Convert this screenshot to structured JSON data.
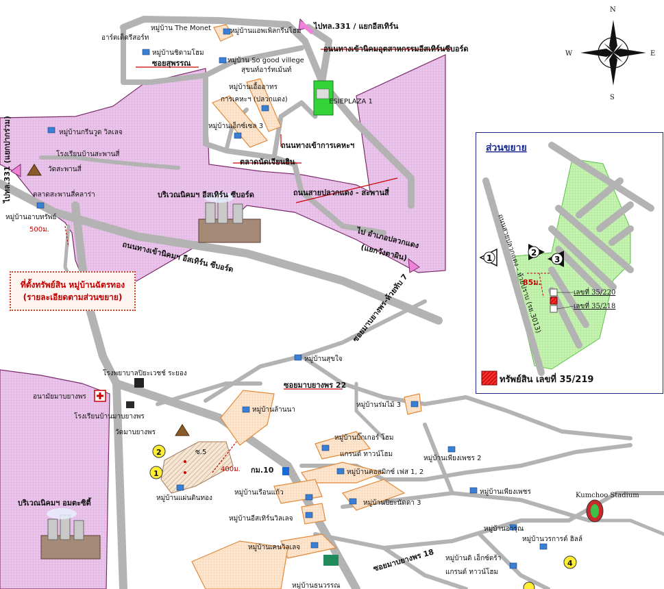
{
  "compass": {
    "n": "N",
    "s": "S",
    "e": "E",
    "w": "W"
  },
  "labels": {
    "to_331_top": "ไปทล.331 / แยกอีสเทิร์น",
    "industrial_entrance": "อนนทางเข้านิคมอุตสาหกรรมอีสเทิร์นซีบอร์ด",
    "village_monet": "หมู่บ้าน The Monet",
    "village_apple_green": "หมู่บ้านแอพเพิลกรีนโฮม",
    "art_resort": "อาร์ตเต็ดรีสอร์ท",
    "village_chidam": "หมู่บ้านชิดามโฮม",
    "soi_suphan": "ซอยสุพรรณ",
    "village_so_good": "หมู่บ้าน So good villege",
    "smart_park": "สุขนท์อาร์ทเม้นท์",
    "esie_plaza": "ESIEPLAZA 1",
    "village_eua_athorn": "หมู่บ้านเอื้ออาทร",
    "eua_athorn_sub": "การเคหะฯ (ปลวกแดง)",
    "village_eksin": "หมู่บ้านเอ็กซ์เซล 3",
    "road_kehad": "ถนนทางเข้าการเคหะฯ",
    "market_sue": "ตลาดนัดเจียนฮิน",
    "village_green_wood": "หมู่บ้านกรีนวูด วิลเลจ",
    "school_sapan": "โรงเรียนบ้านสะพานสี่",
    "temple_sapan": "วัดสะพานสี่",
    "market_sapan": "ตลาดสะพานสี่คลาร่า",
    "to_331_left": "ไปทล.331 (แยกปากร่วม)",
    "village_boonsap": "หมู่บ้านอาบทรัพย์",
    "dist_500": "500ม.",
    "estate_eastern": "บริเวณนิคมฯ อีสเทิร์น ซีบอร์ด",
    "road_pluak_sapan": "ถนนสายปลวกแดง - สะพานสี่",
    "road_estate_entrance": "ถนนทางเข้านิคมฯ อีสเทิร์น ซีบอร์ด",
    "to_pluak": "ไป อำเภอปลวกแดง",
    "to_pluak_sub": "(แยกวังตาผิน)",
    "location_line1": "ที่ตั้งทรัพย์สิน หมู่บ้านฉัตรทอง",
    "location_line2": "(รายละเอียดตามส่วนขยาย)",
    "soi_mapyang_7": "ซอยมาบยางพร-ห้วยทับ 7",
    "village_sukjai": "หมู่บ้านสุขใจ",
    "hospital": "โรงพยาบาลปิยะเวชช์ ระยอง",
    "health_center": "อนามัยมาบยางพร",
    "soi_mapyang_22": "ซอยมาบยางพร 22",
    "village_lanna": "หมู่บ้านล้านนา",
    "village_rommai": "หมู่บ้านร่มไม้ 3",
    "school_mapyang": "โรงเรียนบ้านมาบยางพร",
    "temple_mapyang": "วัดมาบยางพร",
    "village_bigger": "หมู่บ้านบิ๊กเกอร์ โฮม",
    "grand_town": "แกรนด์ ทาวน์โฮม",
    "village_phiangphet2": "หมู่บ้านเพียงเพชร 2",
    "dist_400": "400ม.",
    "km10": "กม.10",
    "village_cosmic": "หมู่บ้านคอสมิกซ์ เฟส 1, 2",
    "village_phiangphet": "หมู่บ้านเพียงเพชร",
    "village_ruenkaew": "หมู่บ้านเรือนแก้ว",
    "village_piyanat": "หมู่บ้านปิยะนัดดา 3",
    "village_phaendin": "หมู่บ้านแผ่นดินทอง",
    "village_eastern_ville": "หมู่บ้านอีสเทิร์นวิลเลจ",
    "estate_amata": "บริเวณนิคมฯ อมตะซิตี้",
    "village_ken": "หมู่บ้านเคนวิลเลจ",
    "soi_mapyang_18": "ซอยมาบยางพร 18",
    "village_arun": "หมู่บ้านอารุณ",
    "village_worakan": "หมู่บ้านวรการต์ ฮิลล์",
    "kumchoo": "Kumchoo Stadium",
    "village_d_extra": "หมู่บ้านดิ เอ็กซ์ตร้า",
    "grand_town2": "แกรนด์ ทาวน์โฮม",
    "village_thanawan": "หมู่บ้านธนวรรณ",
    "mark_1": "1",
    "mark_2": "2",
    "mark_4": "4",
    "plot_m5": "ซ.5"
  },
  "inset": {
    "title": "ส่วนขยาย",
    "road_name": "ถนนสายปลวกแดง - ห้วยปราบ (รย.3013)",
    "dist_85": "85ม.",
    "no_220": "เลขที่ 35/220",
    "no_218": "เลขที่ 35/218",
    "legend": "ทรัพย์สิน เลขที่ 35/219",
    "mark_1": "1",
    "mark_2": "2",
    "mark_3": "3"
  },
  "colors": {
    "estate": "#e8c4e8",
    "village": "#fbe3cc",
    "road": "#b3b3b3",
    "property": "#d10000",
    "inset_border": "#1a2a8a",
    "green": "#b8f0a0"
  }
}
